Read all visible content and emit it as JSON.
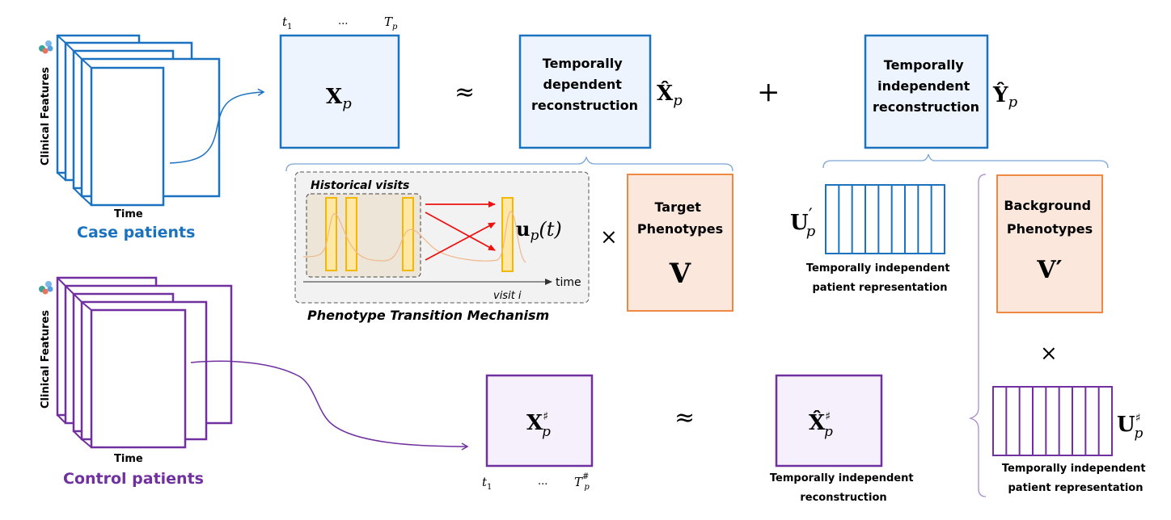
{
  "colors": {
    "blue": "#1a72c0",
    "blue_fill": "#eef4fd",
    "purple": "#7030a0",
    "purple_fill": "#f6f0fc",
    "orange": "#ed7d31",
    "orange_fill": "#fbe7dc",
    "gold": "#f5b800",
    "gold_fill": "#ffe8a6",
    "red": "#ee1111",
    "brace_blue": "#7aa3d6",
    "brace_purple": "#a98bd0"
  },
  "case_group": {
    "axis_y_label": "Clinical Features",
    "axis_x_label": "Time",
    "title": "Case patients",
    "icon": "medical-data-icon"
  },
  "control_group": {
    "axis_y_label": "Clinical Features",
    "axis_x_label": "Time",
    "title": "Control patients",
    "icon": "medical-data-icon"
  },
  "top_equation": {
    "x_matrix": {
      "symbol": "X",
      "subscript": "p",
      "time_start": "t",
      "time_start_sub": "1",
      "time_dots": "...",
      "time_end": "T",
      "time_end_sub": "p"
    },
    "approx": "≈",
    "dependent_box": {
      "line1": "Temporally",
      "line2": "dependent",
      "line3": "reconstruction",
      "symbol": "X̂",
      "subscript": "p"
    },
    "plus": "+",
    "independent_box": {
      "line1": "Temporally",
      "line2": "independent",
      "line3": "reconstruction",
      "symbol": "Ŷ",
      "subscript": "p"
    }
  },
  "transition": {
    "historical_label": "Historical visits",
    "u_symbol": "u",
    "u_subscript": "p",
    "u_arg": "(t)",
    "time_label": "time",
    "visit_label": "visit i",
    "caption": "Phenotype Transition Mechanism",
    "times": "×"
  },
  "target_box": {
    "line1": "Target",
    "line2": "Phenotypes",
    "symbol": "V"
  },
  "u_prime": {
    "symbol": "U",
    "prime": "′",
    "subscript": "p",
    "columns": 9,
    "caption_line1": "Temporally independent",
    "caption_line2": "patient representation"
  },
  "background_box": {
    "line1": "Background",
    "line2": "Phenotypes",
    "symbol": "V′"
  },
  "bg_times": "×",
  "u_sharp": {
    "symbol": "U",
    "superscript": "♯",
    "subscript": "p",
    "columns": 9,
    "caption_line1": "Temporally independent",
    "caption_line2": "patient representation"
  },
  "bottom_equation": {
    "x_matrix": {
      "symbol": "X",
      "superscript": "♯",
      "subscript": "p",
      "time_start": "t",
      "time_start_sub": "1",
      "time_dots": "...",
      "time_end": "T",
      "time_end_sup": "#",
      "time_end_sub": "p"
    },
    "approx": "≈",
    "recon_box": {
      "symbol": "X̂",
      "superscript": "♯",
      "subscript": "p",
      "caption_line1": "Temporally independent",
      "caption_line2": "reconstruction"
    }
  }
}
